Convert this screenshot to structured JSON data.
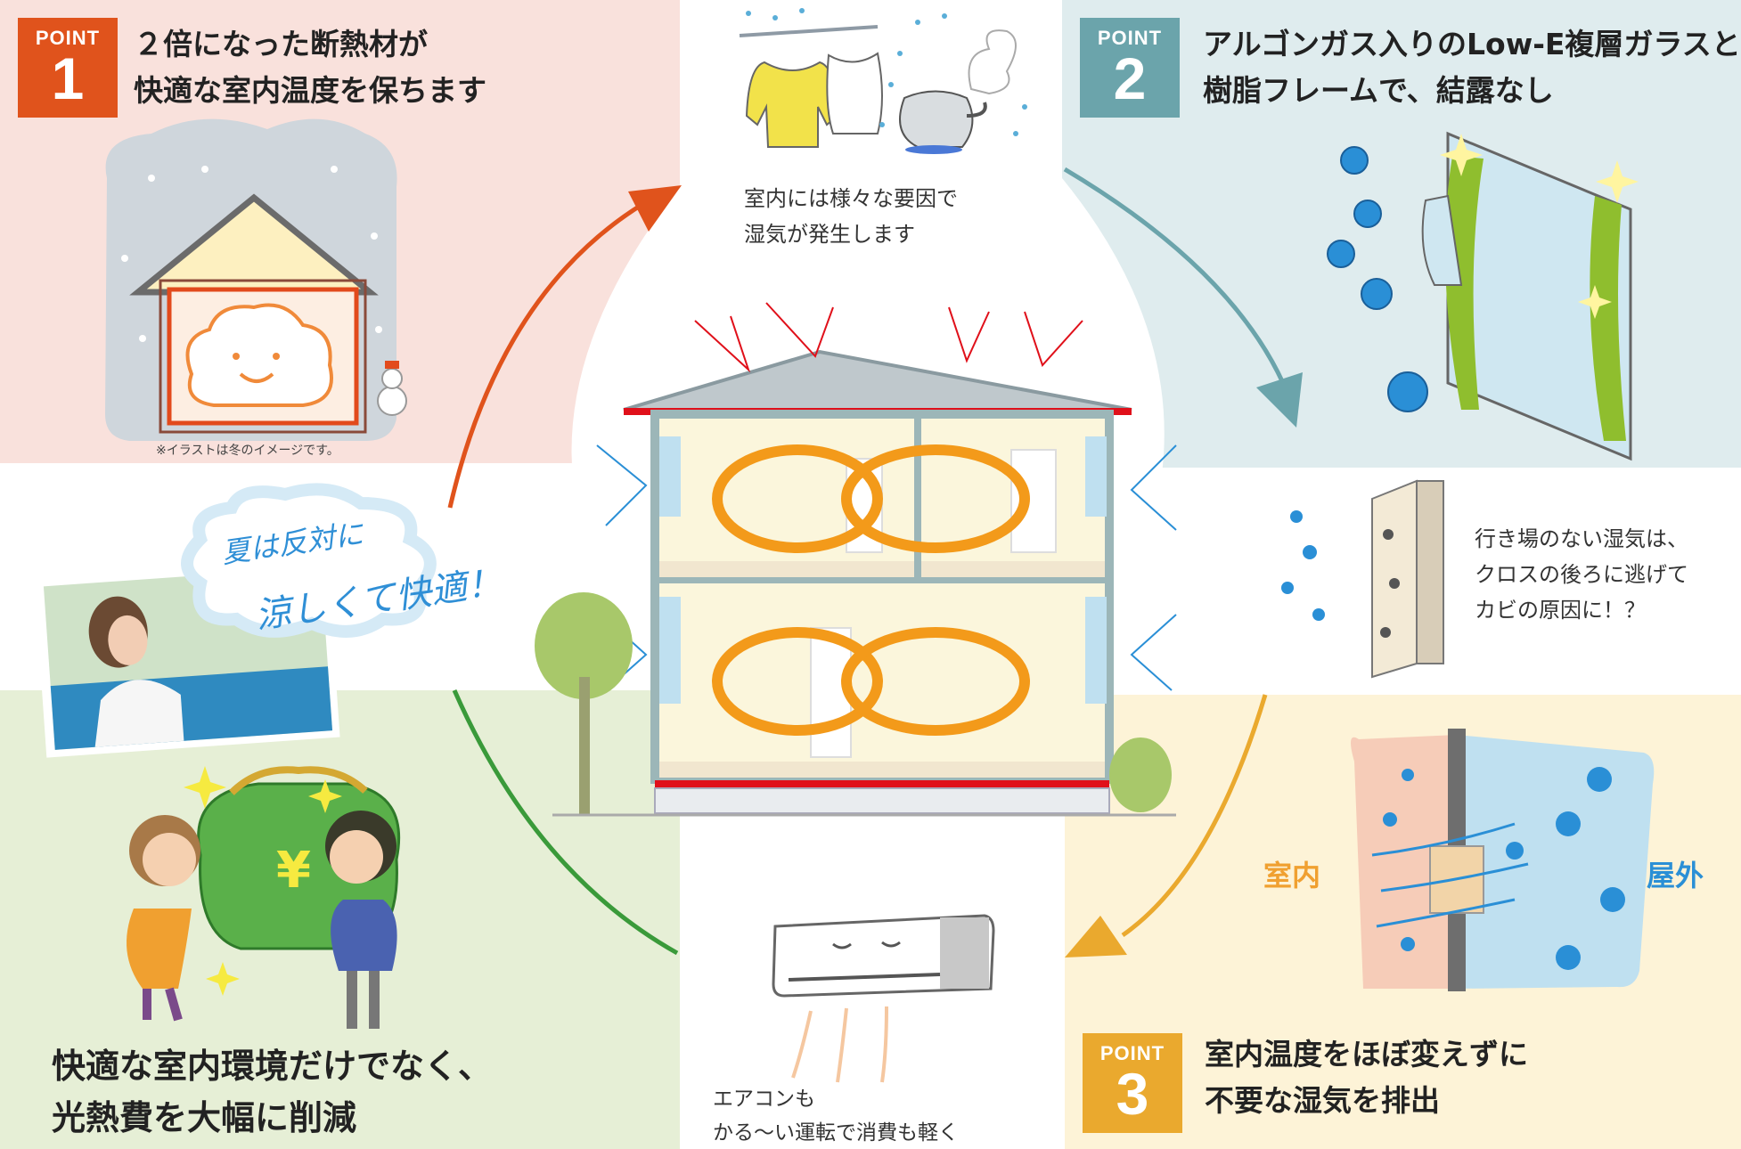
{
  "points": [
    {
      "label": "POINT",
      "number": "1",
      "line1": "２倍になった断熱材が",
      "line2": "快適な室内温度を保ちます",
      "color": "#e0531c"
    },
    {
      "label": "POINT",
      "number": "2",
      "line1": "アルゴンガス入りのLow-E複層ガラスと",
      "line2": "樹脂フレームで、結露なし",
      "color": "#6ba4ab"
    },
    {
      "label": "POINT",
      "number": "3",
      "line1": "室内温度をほぼ変えずに",
      "line2": "不要な湿気を排出",
      "color": "#eaa92e"
    }
  ],
  "illustration_note": "※イラストは冬のイメージです。",
  "moisture_caption": {
    "line1": "室内には様々な要因で",
    "line2": "湿気が発生します"
  },
  "mold_caption": {
    "line1": "行き場のない湿気は、",
    "line2": "クロスの後ろに逃げて",
    "line3": "カビの原因に！？"
  },
  "vent_labels": {
    "indoor": "室内",
    "outdoor": "屋外"
  },
  "aircon_caption": {
    "line1": "エアコンも",
    "line2": "かる〜い運転で消費も軽く"
  },
  "bottom_left": {
    "line1": "快適な室内環境だけでなく、",
    "line2": "光熱費を大幅に削減"
  },
  "summer_bubble": {
    "line1": "夏は反対に",
    "line2": "涼しくて快適！"
  },
  "yen_symbol": "¥",
  "colors": {
    "panel1": "#f9e1dc",
    "panel2": "#dfecee",
    "panel3": "#fdf3d7",
    "panel4": "#e6efd6",
    "arrow1": "#e0531c",
    "arrow2": "#6ba4ab",
    "arrow3": "#eaa92e",
    "arrow4": "#3a9a3a"
  }
}
